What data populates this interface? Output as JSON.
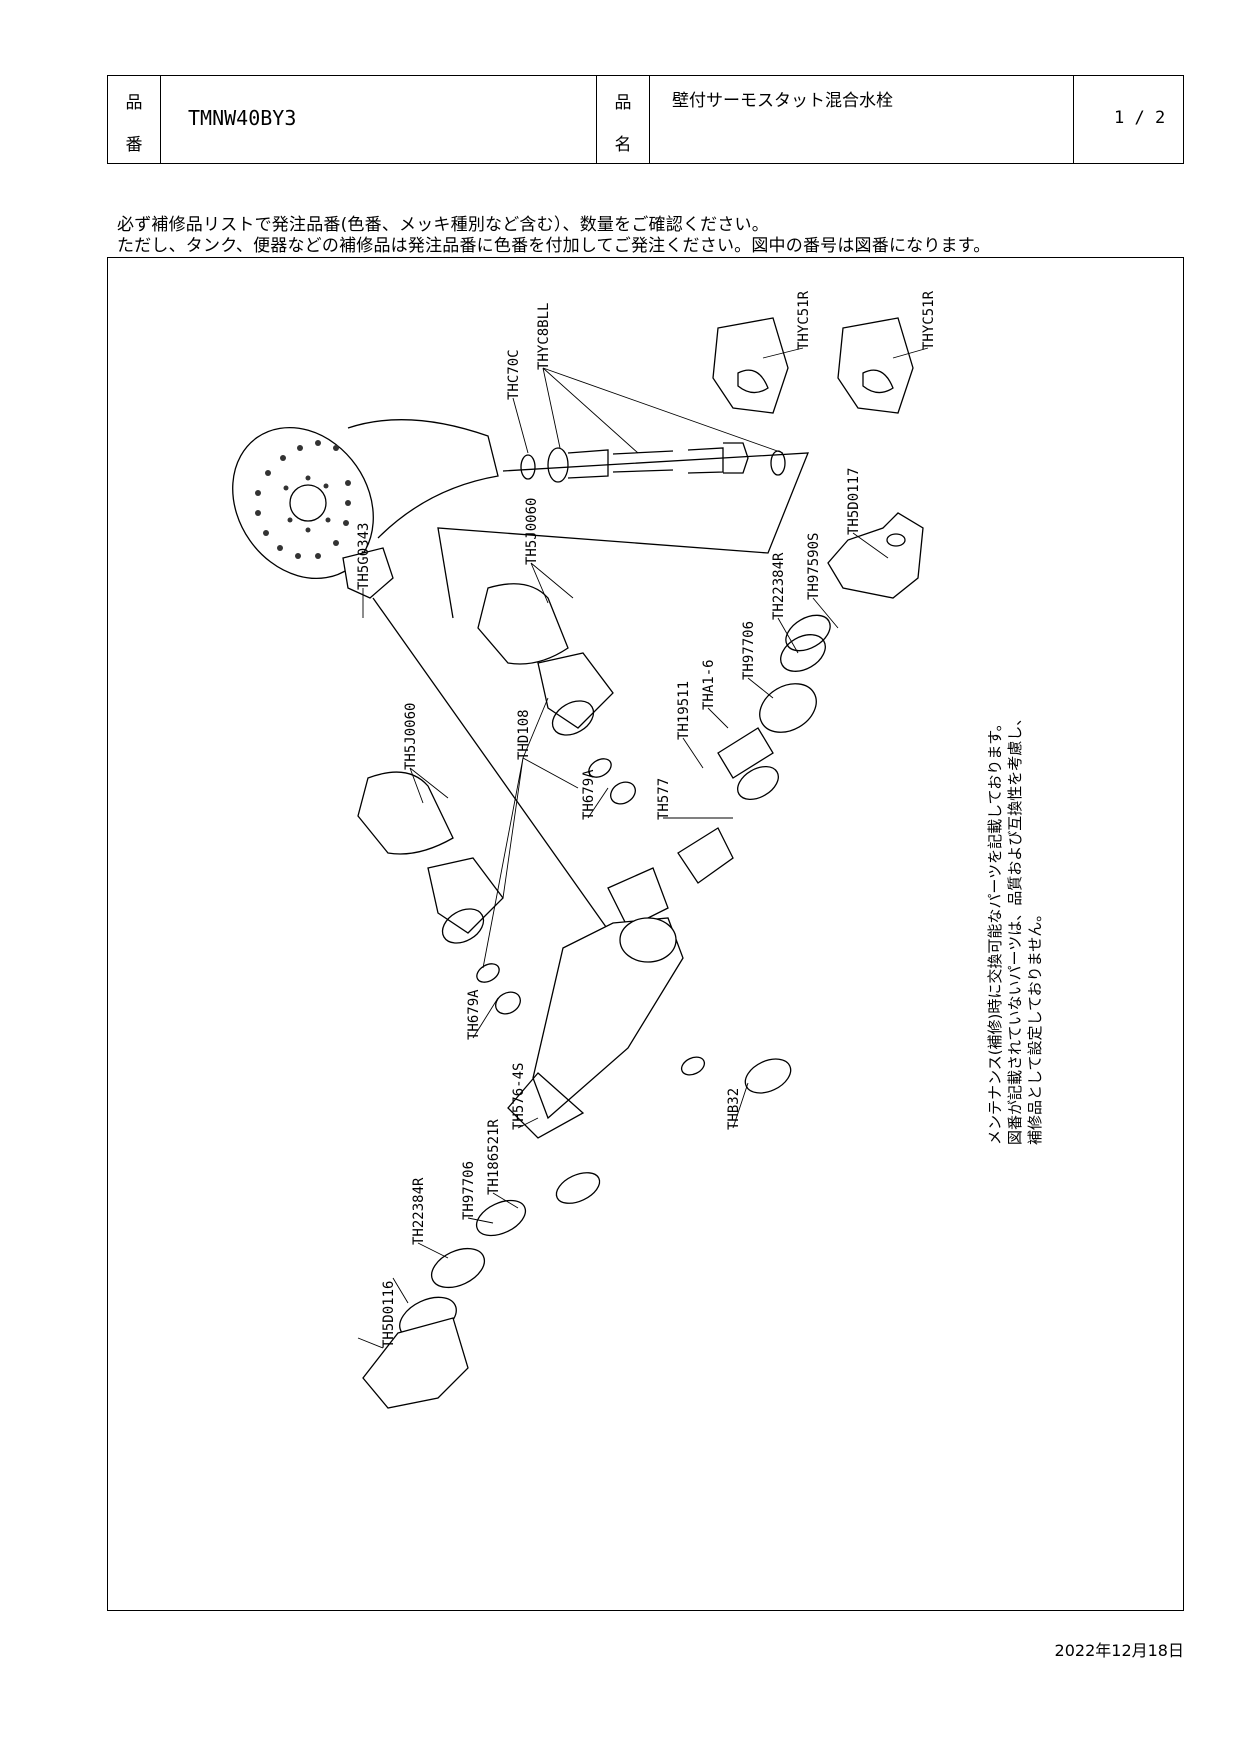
{
  "header": {
    "part_no_label_1": "品",
    "part_no_label_2": "番",
    "part_no": "TMNW40BY3",
    "name_label_1": "品",
    "name_label_2": "名",
    "product_name": "壁付サーモスタット混合水栓",
    "page": "1 / 2"
  },
  "notes": {
    "line1": "必ず補修品リストで発注品番(色番、メッキ種別など含む）、数量をご確認ください。",
    "line2": "ただし、タンク、便器などの補修品は発注品番に色番を付加してご発注ください。図中の番号は図番になります。"
  },
  "diagram": {
    "labels": {
      "thc70c": "THC70C",
      "thyc8bll": "THYC8BLL",
      "thyc51r_1": "THYC51R",
      "thyc51r_2": "THYC51R",
      "th5d0117": "TH5D0117",
      "th97590s": "TH97590S",
      "th22384r_1": "TH22384R",
      "th97706_1": "TH97706",
      "tha1_6": "THA1-6",
      "th19511": "TH19511",
      "th577": "TH577",
      "th5j0060_1": "TH5J0060",
      "th5g0343": "TH5G0343",
      "thd108": "THD108",
      "th679a_1": "TH679A",
      "th5j0060_2": "TH5J0060",
      "th679a_2": "TH679A",
      "th576_4s": "TH576-4S",
      "th186521r": "TH186521R",
      "th97706_2": "TH97706",
      "th22384r_2": "TH22384R",
      "th5d0116": "TH5D0116",
      "thb32": "THB32"
    },
    "side_note": {
      "line1": "メンテナンス(補修)時に交換可能なパーツを記載しております。",
      "line2": "図番が記載されていないパーツは、品質および互換性を考慮し、",
      "line3": "補修品として設定しておりません。"
    }
  },
  "footer": {
    "date": "2022年12月18日"
  }
}
